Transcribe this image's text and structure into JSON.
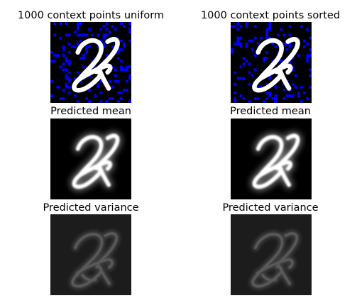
{
  "panels": [
    {
      "title": "1000 context points uniform",
      "kind": "context",
      "image_style": "blue-masked",
      "variant": "uniform"
    },
    {
      "title": "1000 context points sorted",
      "kind": "context",
      "image_style": "blue-masked",
      "variant": "sorted"
    },
    {
      "title": "Predicted mean",
      "kind": "mean",
      "image_style": "grayscale"
    },
    {
      "title": "Predicted mean",
      "kind": "mean",
      "image_style": "grayscale"
    },
    {
      "title": "Predicted variance",
      "kind": "variance",
      "image_style": "dark-grayscale"
    },
    {
      "title": "Predicted variance",
      "kind": "variance",
      "image_style": "dark-grayscale"
    }
  ],
  "colors": {
    "mask": "#0000ff",
    "context_background": "#000000",
    "mean_background": "#000000",
    "variance_background": "#1c1c1c",
    "digit_light": "#ffffff"
  }
}
